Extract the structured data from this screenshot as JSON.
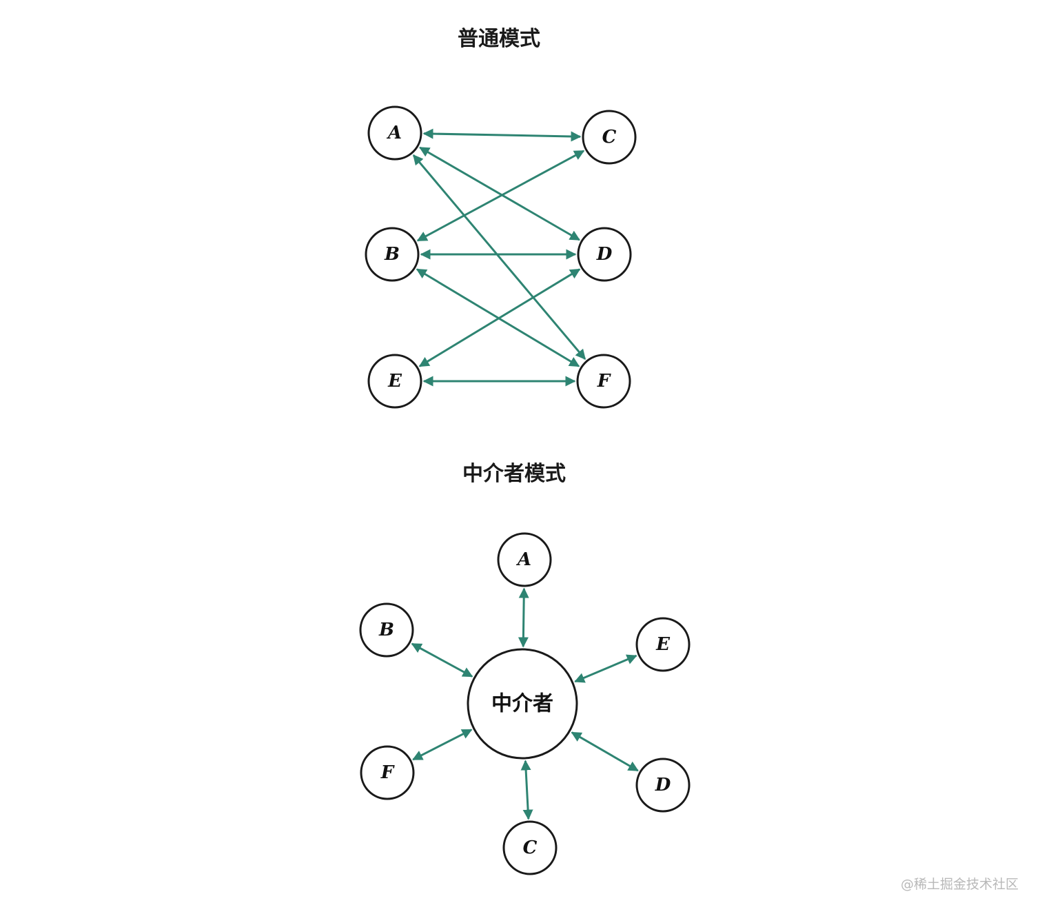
{
  "normal_mode": {
    "title": "普通模式",
    "nodes": {
      "A": {
        "label": "A"
      },
      "C": {
        "label": "C"
      },
      "B": {
        "label": "B"
      },
      "D": {
        "label": "D"
      },
      "E": {
        "label": "E"
      },
      "F": {
        "label": "F"
      }
    },
    "edges": [
      {
        "from": "A",
        "to": "C"
      },
      {
        "from": "A",
        "to": "D"
      },
      {
        "from": "A",
        "to": "F"
      },
      {
        "from": "B",
        "to": "C"
      },
      {
        "from": "B",
        "to": "D"
      },
      {
        "from": "B",
        "to": "F"
      },
      {
        "from": "E",
        "to": "D"
      },
      {
        "from": "E",
        "to": "F"
      }
    ]
  },
  "mediator_mode": {
    "title": "中介者模式",
    "hub": {
      "label": "中介者"
    },
    "nodes": {
      "A": {
        "label": "A"
      },
      "B": {
        "label": "B"
      },
      "E": {
        "label": "E"
      },
      "F": {
        "label": "F"
      },
      "D": {
        "label": "D"
      },
      "C": {
        "label": "C"
      }
    },
    "edges": [
      {
        "from": "hub",
        "to": "A"
      },
      {
        "from": "hub",
        "to": "B"
      },
      {
        "from": "hub",
        "to": "E"
      },
      {
        "from": "hub",
        "to": "F"
      },
      {
        "from": "hub",
        "to": "D"
      },
      {
        "from": "hub",
        "to": "C"
      }
    ]
  },
  "colors": {
    "edge": "#2e8472",
    "node_stroke": "#1a1a1a"
  },
  "watermark": "@稀土掘金技术社区"
}
